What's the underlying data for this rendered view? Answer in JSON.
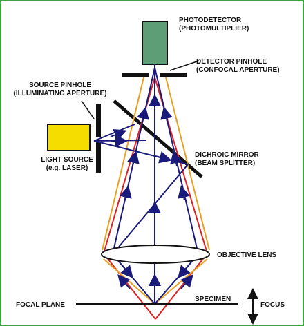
{
  "labels": {
    "photodetector": [
      "PHOTODETECTOR",
      "(PHOTOMULTIPLIER)"
    ],
    "detector_pinhole": [
      "DETECTOR PINHOLE",
      "(CONFOCAL APERTURE)"
    ],
    "source_pinhole": [
      "SOURCE PINHOLE",
      "(ILLUMINATING APERTURE)"
    ],
    "light_source": [
      "LIGHT SOURCE",
      "(e.g. LASER)"
    ],
    "dichroic_mirror": [
      "DICHROIC MIRROR",
      "(BEAM SPLITTER)"
    ],
    "objective_lens": "OBJECTIVE LENS",
    "focal_plane": "FOCAL PLANE",
    "specimen": "SPECIMEN",
    "focus": "FOCUS"
  },
  "colors": {
    "frame": "#3aa53a",
    "photodetector_fill": "#5e9e76",
    "light_source_fill": "#f5dd00",
    "illumination_ray": "#e02020",
    "emission_ray": "#e8a020",
    "optical_axis": "#1a1a7a",
    "lens_fill": "#ffffff",
    "components": "#111111"
  },
  "icons": [
    "double-arrow-icon"
  ]
}
